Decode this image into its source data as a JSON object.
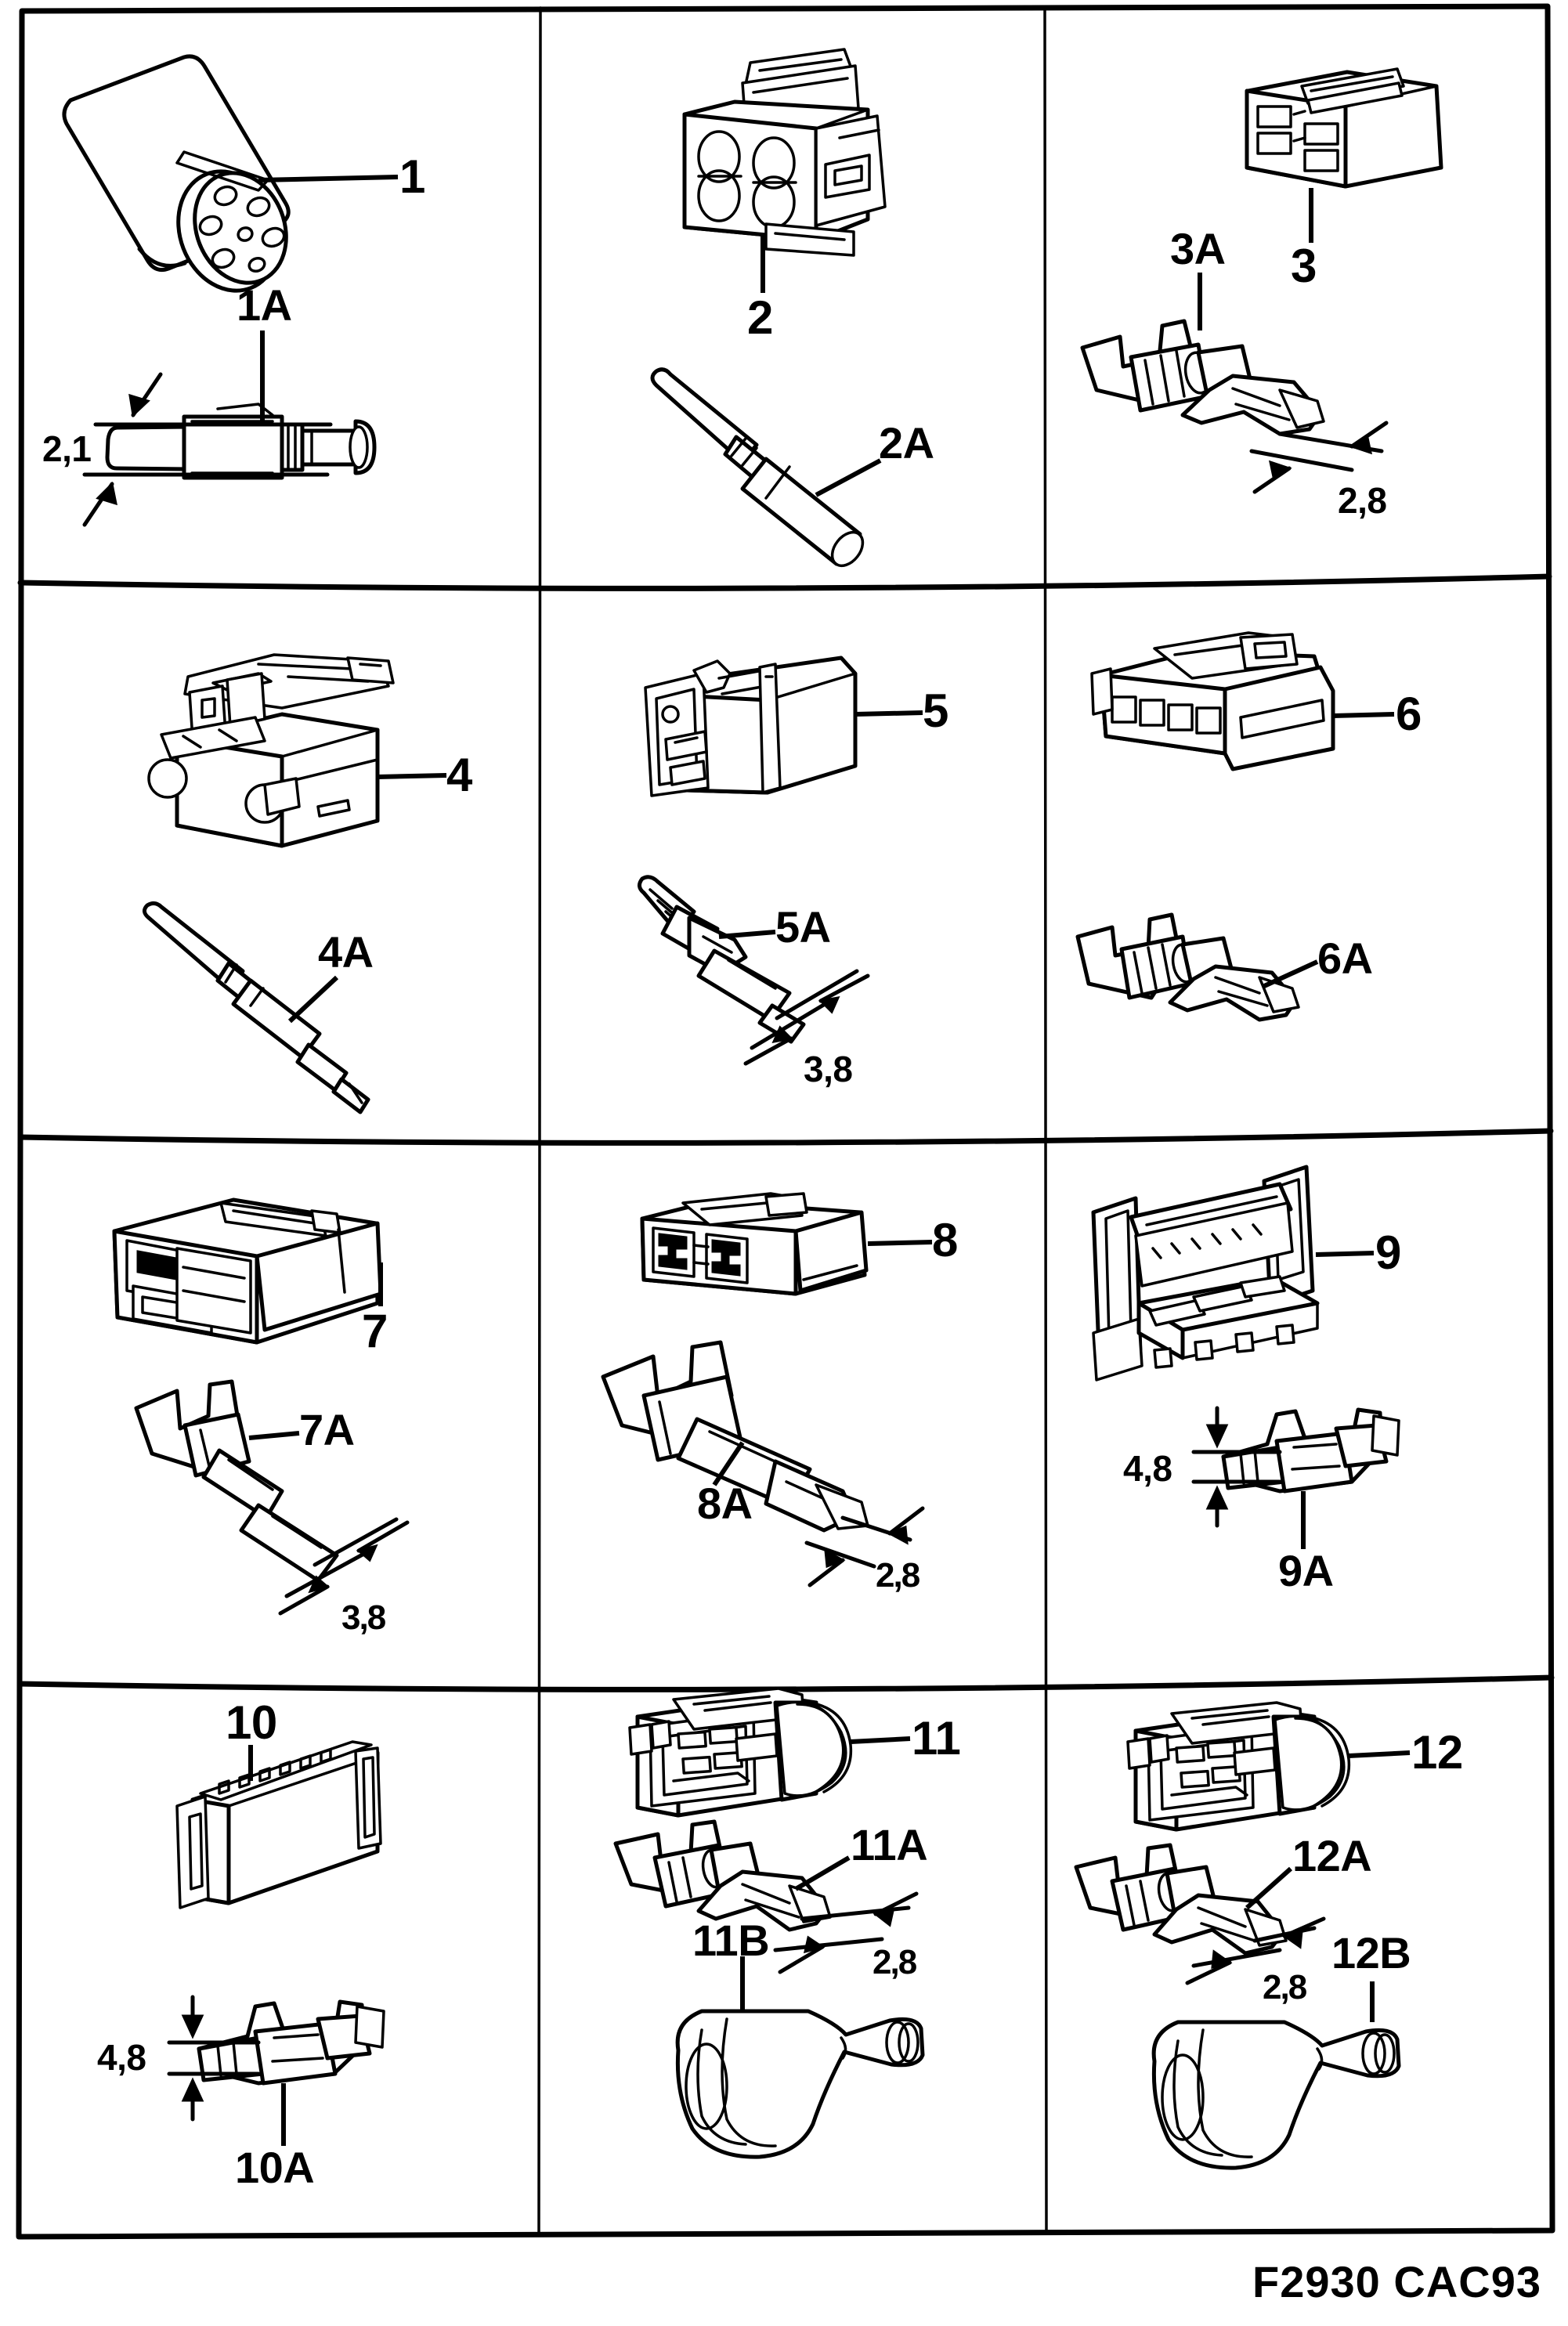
{
  "document": {
    "type": "technical-illustration",
    "subject": "Electrical connectors and terminals chart",
    "caption": "F2930 CAC93"
  },
  "grid": {
    "rows": 4,
    "columns": 3
  },
  "cells": [
    {
      "id": "cell-1",
      "row": 1,
      "column": 1,
      "main": {
        "label": "1",
        "kind": "round-multipin-connector-housing"
      },
      "parts": [
        {
          "label": "1A",
          "kind": "male-pin-terminal",
          "dimension": "2,1"
        }
      ]
    },
    {
      "id": "cell-2",
      "row": 1,
      "column": 2,
      "main": {
        "label": "2",
        "kind": "two-cavity-connector-housing"
      },
      "parts": [
        {
          "label": "2A",
          "kind": "female-bullet-terminal",
          "dimension": ""
        }
      ]
    },
    {
      "id": "cell-3",
      "row": 1,
      "column": 3,
      "main": {
        "label": "3",
        "kind": "four-cavity-connector-housing"
      },
      "parts": [
        {
          "label": "3A",
          "kind": "flat-blade-receptacle-terminal",
          "dimension": "2,8"
        }
      ]
    },
    {
      "id": "cell-4",
      "row": 2,
      "column": 1,
      "main": {
        "label": "4",
        "kind": "box-relay-connector-housing"
      },
      "parts": [
        {
          "label": "4A",
          "kind": "male-round-pin-terminal",
          "dimension": ""
        }
      ]
    },
    {
      "id": "cell-5",
      "row": 2,
      "column": 2,
      "main": {
        "label": "5",
        "kind": "rectangular-connector-housing"
      },
      "parts": [
        {
          "label": "5A",
          "kind": "male-blade-terminal",
          "dimension": "3,8"
        }
      ]
    },
    {
      "id": "cell-6",
      "row": 2,
      "column": 3,
      "main": {
        "label": "6",
        "kind": "four-way-flat-connector-housing"
      },
      "parts": [
        {
          "label": "6A",
          "kind": "female-blade-receptacle-terminal",
          "dimension": ""
        }
      ]
    },
    {
      "id": "cell-7",
      "row": 3,
      "column": 1,
      "main": {
        "label": "7",
        "kind": "two-cavity-open-connector-housing"
      },
      "parts": [
        {
          "label": "7A",
          "kind": "male-blade-terminal",
          "dimension": "3,8"
        }
      ]
    },
    {
      "id": "cell-8",
      "row": 3,
      "column": 2,
      "main": {
        "label": "8",
        "kind": "four-cavity-block-connector-housing"
      },
      "parts": [
        {
          "label": "8A",
          "kind": "female-receptacle-terminal",
          "dimension": "2,8"
        }
      ]
    },
    {
      "id": "cell-9",
      "row": 3,
      "column": 3,
      "main": {
        "label": "9",
        "kind": "multi-way-connector-carrier"
      },
      "parts": [
        {
          "label": "9A",
          "kind": "female-blade-receptacle-terminal",
          "dimension": "4,8"
        }
      ]
    },
    {
      "id": "cell-10",
      "row": 4,
      "column": 1,
      "main": {
        "label": "10",
        "kind": "multi-cavity-flat-connector-housing"
      },
      "parts": [
        {
          "label": "10A",
          "kind": "female-blade-receptacle-terminal",
          "dimension": "4,8"
        }
      ]
    },
    {
      "id": "cell-11",
      "row": 4,
      "column": 2,
      "main": {
        "label": "11",
        "kind": "sealed-connector-housing-with-boot"
      },
      "parts": [
        {
          "label": "11A",
          "kind": "female-receptacle-terminal",
          "dimension": "2,8"
        },
        {
          "label": "11B",
          "kind": "rubber-cable-seal-boot",
          "dimension": ""
        }
      ]
    },
    {
      "id": "cell-12",
      "row": 4,
      "column": 3,
      "main": {
        "label": "12",
        "kind": "sealed-connector-housing-with-boot"
      },
      "parts": [
        {
          "label": "12A",
          "kind": "female-receptacle-terminal",
          "dimension": "2,8"
        },
        {
          "label": "12B",
          "kind": "rubber-cable-seal-boot",
          "dimension": ""
        }
      ]
    }
  ],
  "colors": {
    "ink": "#000000",
    "paper": "#ffffff"
  }
}
